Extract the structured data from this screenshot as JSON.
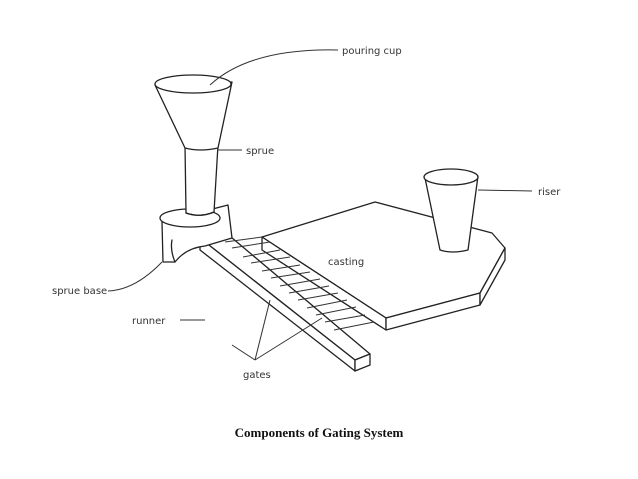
{
  "labels": {
    "pouring_cup": "pouring cup",
    "sprue": "sprue",
    "riser": "riser",
    "casting": "casting",
    "sprue_base": "sprue base",
    "runner": "runner",
    "gates": "gates"
  },
  "caption": "Components of Gating System"
}
